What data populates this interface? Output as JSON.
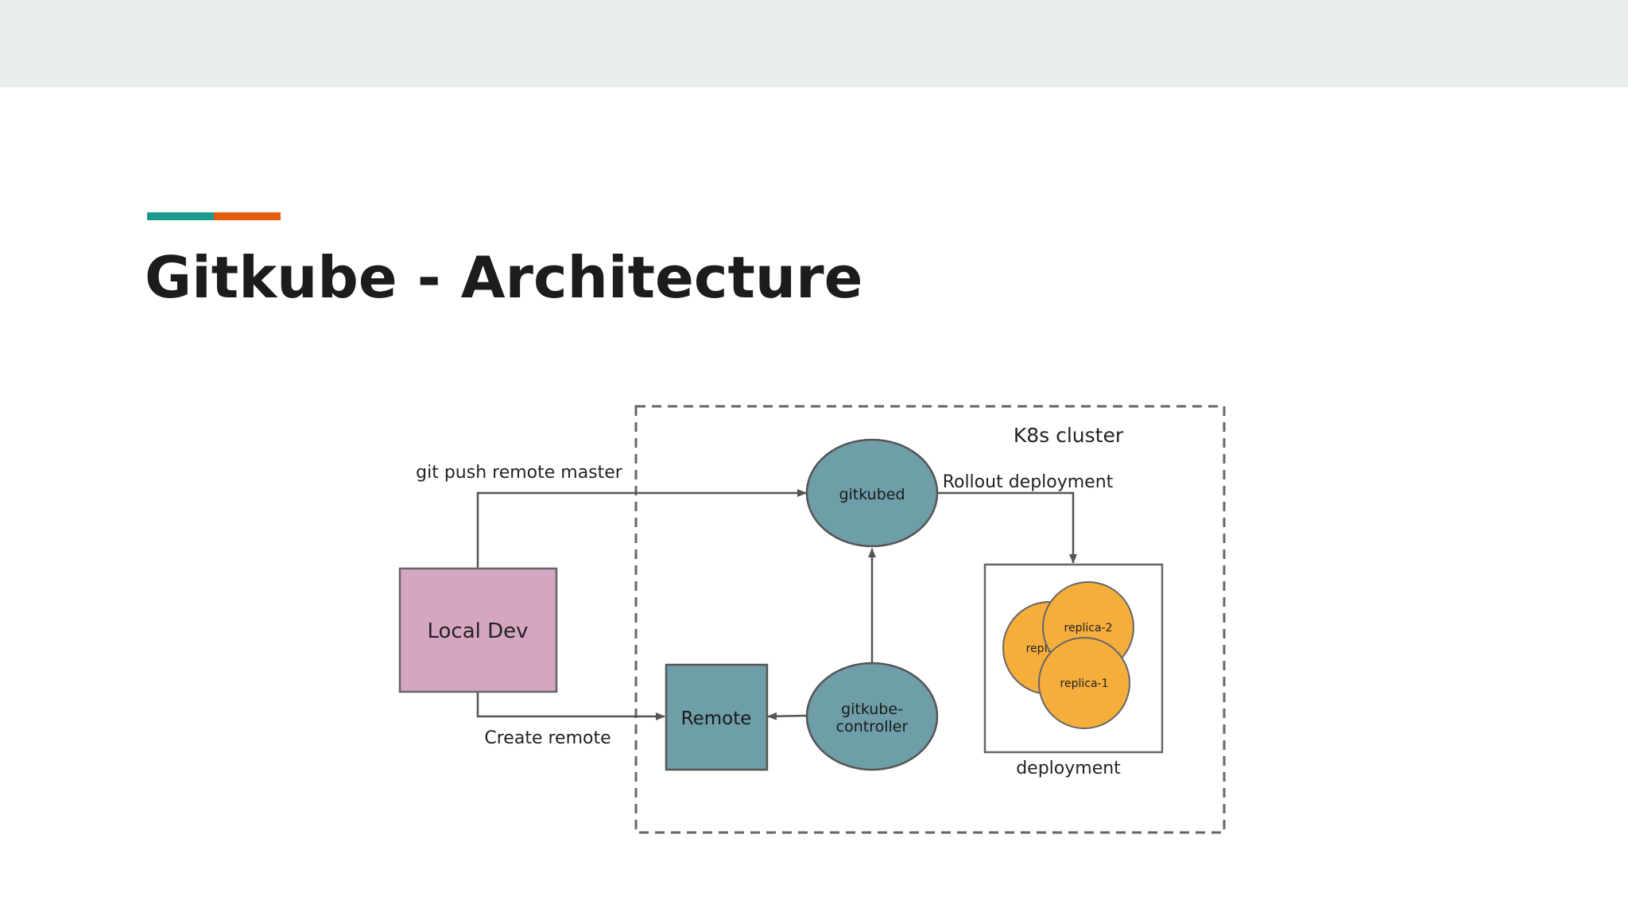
{
  "colors": {
    "top_band": "#e8eeec",
    "accent_teal": "#1e9a8f",
    "accent_orange": "#e35d12",
    "title": "#1c1c1c",
    "local_dev_fill": "#d6a6c1",
    "teal_node_fill": "#6e9ea8",
    "replica_fill": "#f5ad3c",
    "edge": "#555555",
    "label_text": "#222222"
  },
  "slide": {
    "title": "Gitkube - Architecture"
  },
  "diagram": {
    "cluster_label": "K8s cluster",
    "nodes": {
      "local_dev": "Local Dev",
      "remote": "Remote",
      "gitkubed": "gitkubed",
      "gitkube_controller_line1": "gitkube-",
      "gitkube_controller_line2": "controller",
      "replica_back": "repli",
      "replica_2": "replica-2",
      "replica_1": "replica-1",
      "deployment": "deployment"
    },
    "edges": {
      "git_push": "git push remote master",
      "create_remote": "Create remote",
      "rollout": "Rollout deployment"
    }
  }
}
